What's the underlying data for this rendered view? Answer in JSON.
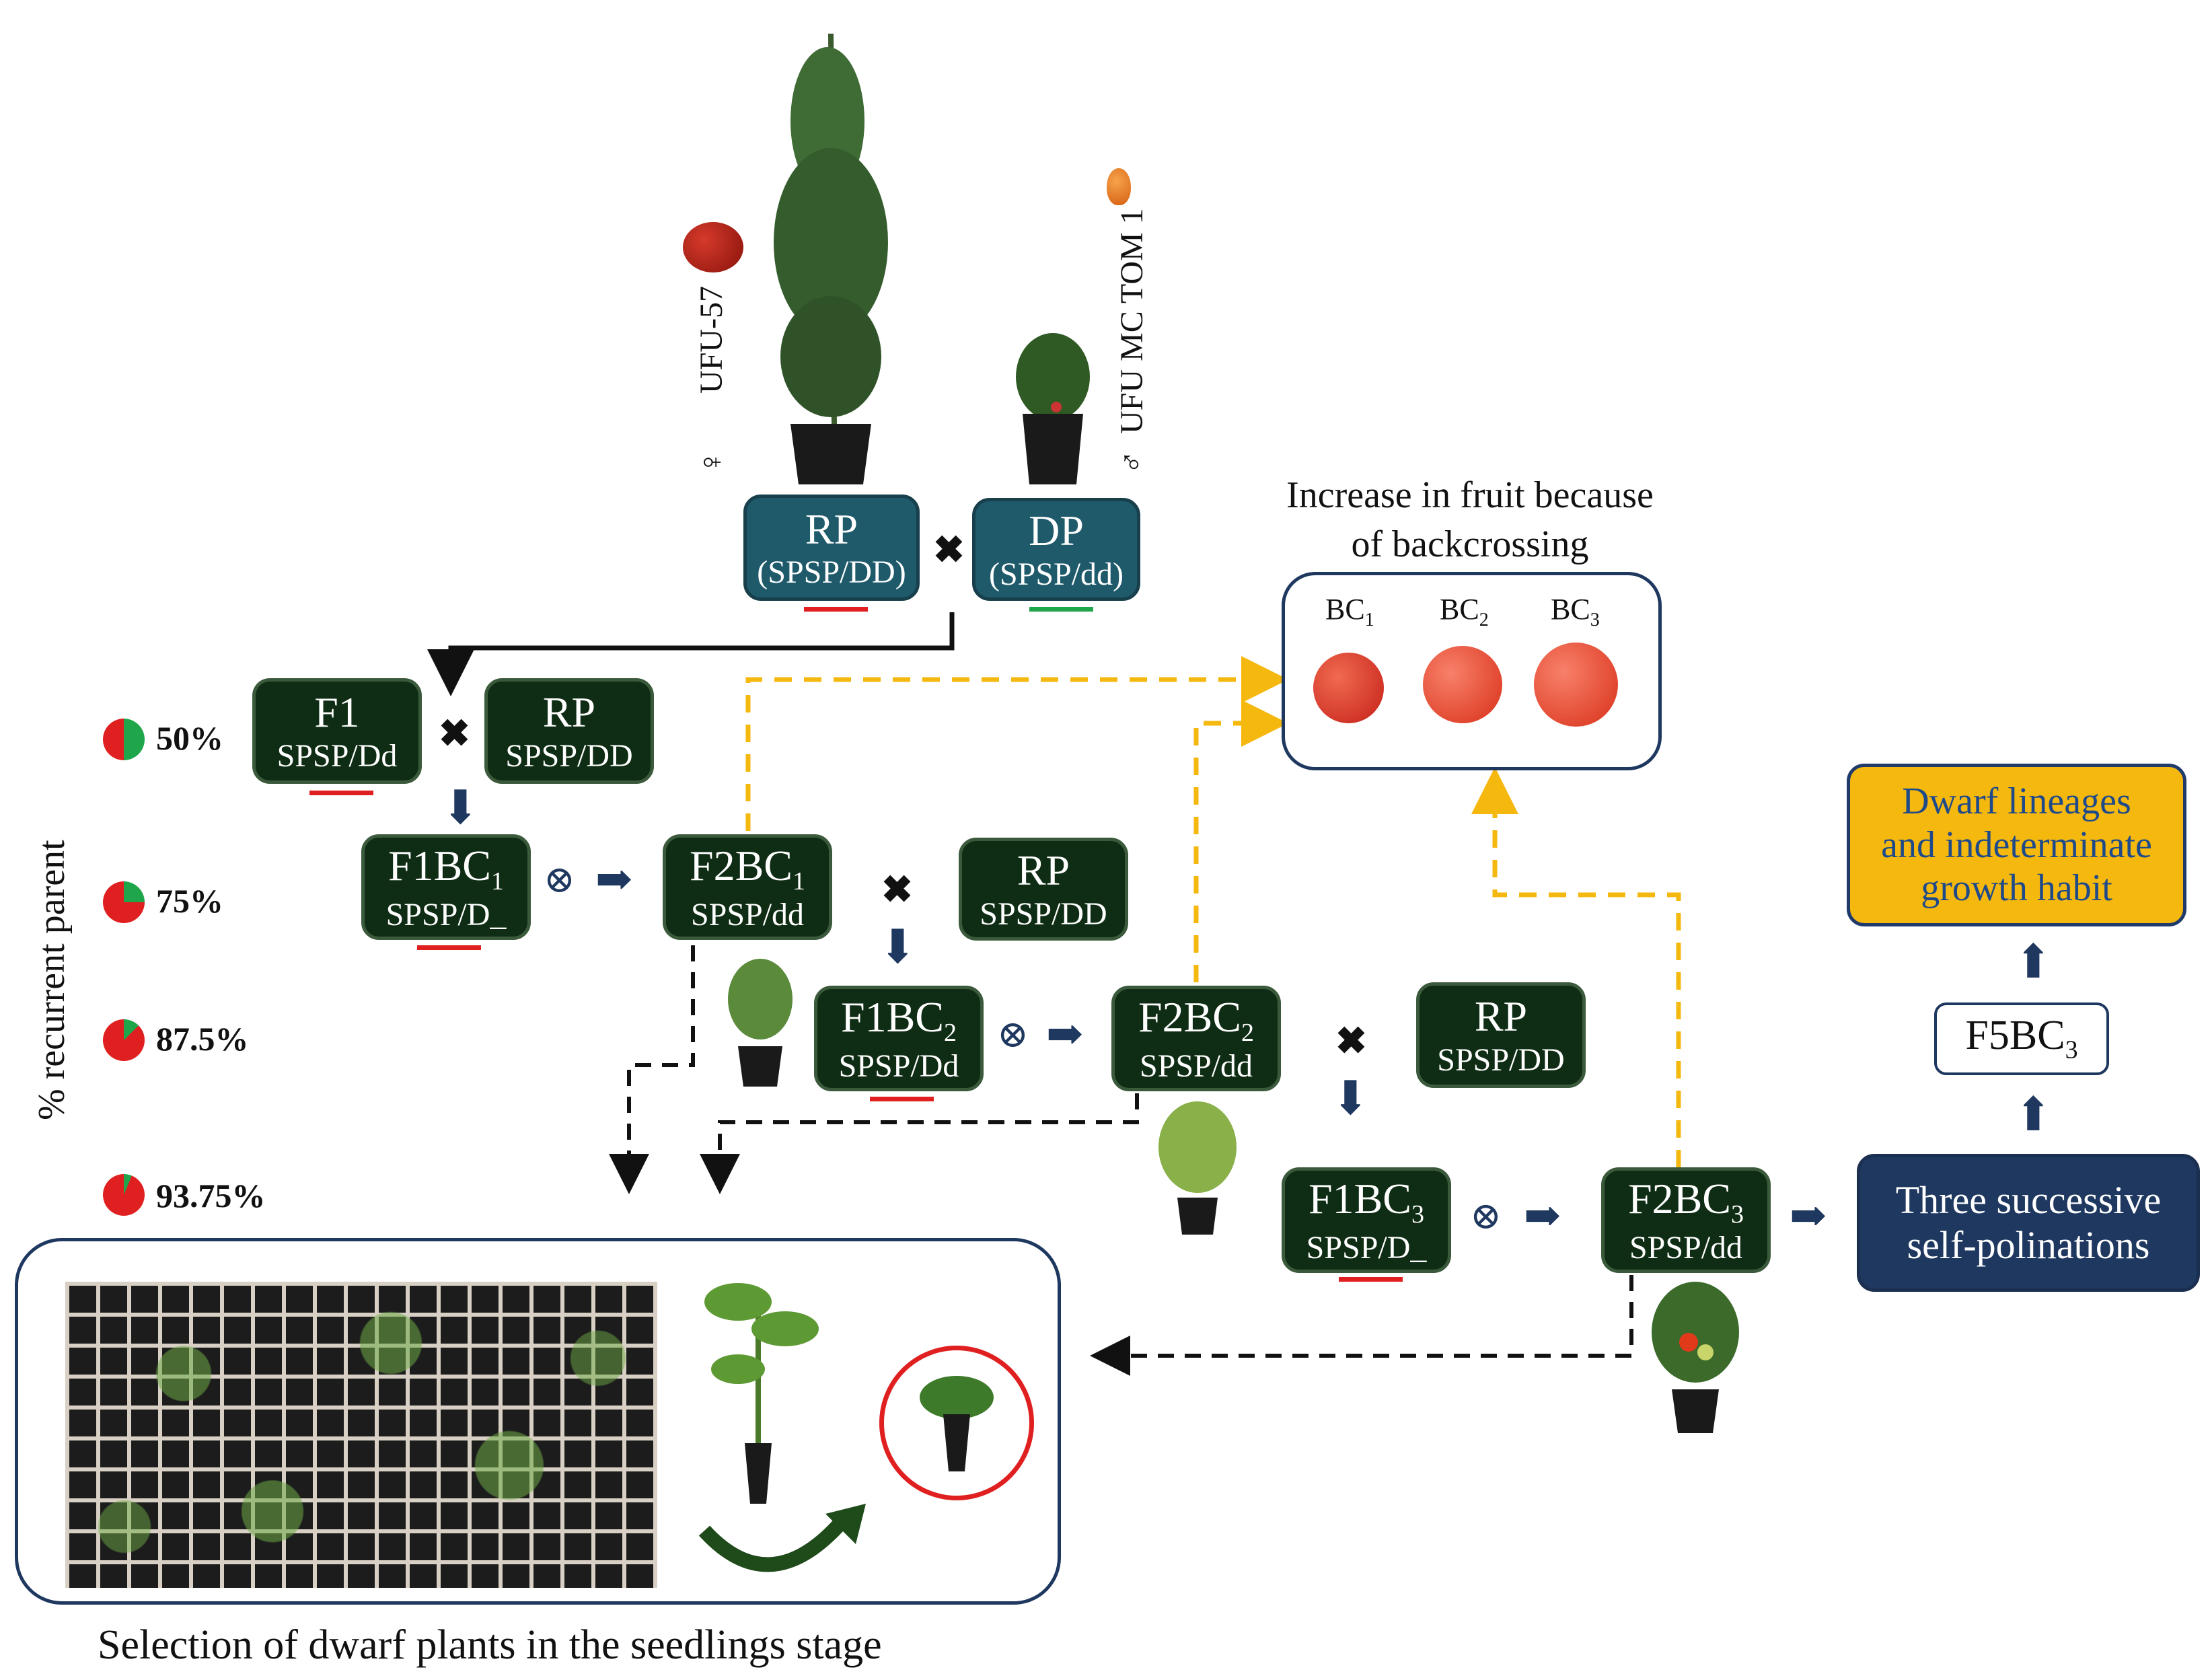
{
  "parents": {
    "female_name": "UFU-57",
    "female_symbol": "♀",
    "male_name": "UFU MC TOM 1",
    "male_symbol": "♂",
    "rp_label": "RP",
    "rp_geno": "(SPSP/DD)",
    "dp_label": "DP",
    "dp_geno": "(SPSP/dd)"
  },
  "nodes": {
    "f1": {
      "name": "F1",
      "geno": "SPSP/Dd"
    },
    "rp1": {
      "name": "RP",
      "geno": "SPSP/DD"
    },
    "f1bc1": {
      "name": "F1BC",
      "sub": "1",
      "geno": "SPSP/D_"
    },
    "f2bc1": {
      "name": "F2BC",
      "sub": "1",
      "geno": "SPSP/dd"
    },
    "rp2": {
      "name": "RP",
      "geno": "SPSP/DD"
    },
    "f1bc2": {
      "name": "F1BC",
      "sub": "2",
      "geno": "SPSP/Dd"
    },
    "f2bc2": {
      "name": "F2BC",
      "sub": "2",
      "geno": "SPSP/dd"
    },
    "rp3": {
      "name": "RP",
      "geno": "SPSP/DD"
    },
    "f1bc3": {
      "name": "F1BC",
      "sub": "3",
      "geno": "SPSP/D_"
    },
    "f2bc3": {
      "name": "F2BC",
      "sub": "3",
      "geno": "SPSP/dd"
    }
  },
  "percentages": {
    "axis_label": "% recurrent parent",
    "items": [
      "50%",
      "75%",
      "87.5%",
      "93.75%"
    ],
    "values": [
      50,
      75,
      87.5,
      93.75
    ]
  },
  "fruit_panel": {
    "title_line1": "Increase in fruit because",
    "title_line2": "of backcrossing",
    "labels": [
      {
        "text": "BC",
        "sub": "1"
      },
      {
        "text": "BC",
        "sub": "2"
      },
      {
        "text": "BC",
        "sub": "3"
      }
    ]
  },
  "pipeline": {
    "self_pol_line1": "Three successive",
    "self_pol_line2": "self-polinations",
    "f5bc3": "F5BC",
    "f5bc3_sub": "3",
    "dwarf_line1": "Dwarf lineages",
    "dwarf_line2": "and indeterminate",
    "dwarf_line3": "growth habit"
  },
  "selection_caption": "Selection of dwarf plants in the seedlings stage",
  "symbols": {
    "cross": "✖",
    "self": "⊗"
  },
  "colors": {
    "parent_box": "#1f5a6b",
    "generation_box": "#0f2d14",
    "navy_box": "#1f3860",
    "yellow_box": "#f5b80f",
    "recurrent": "#e02020",
    "donor": "#1fa64a",
    "dashed_yellow": "#f5b80f"
  }
}
